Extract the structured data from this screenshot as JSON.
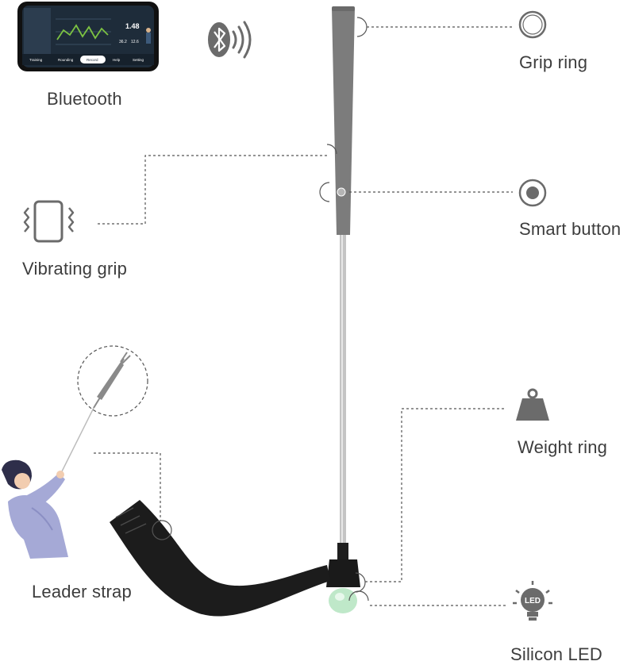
{
  "labels": {
    "bluetooth": "Bluetooth",
    "vibrating_grip": "Vibrating grip",
    "leader_strap": "Leader strap",
    "grip_ring": "Grip ring",
    "smart_button": "Smart button",
    "weight_ring": "Weight ring",
    "silicon_led": "Silicon LED",
    "led_icon_text": "LED"
  },
  "phone": {
    "value_main": "1.48",
    "value_left": "36.2",
    "value_right": "12.6",
    "tabs": [
      "Training",
      "Rounding",
      "Record",
      "Help",
      "Setting"
    ]
  },
  "colors": {
    "label": "#3d3d3d",
    "icon": "#6b6b6b",
    "line": "#555555",
    "grip": "#7c7c7c",
    "shaft": "#c4c4c4",
    "strap": "#1c1c1c",
    "led": "#bfe8c9",
    "phone_screen": "#1e2c3a",
    "chart_line": "#7cc242"
  }
}
